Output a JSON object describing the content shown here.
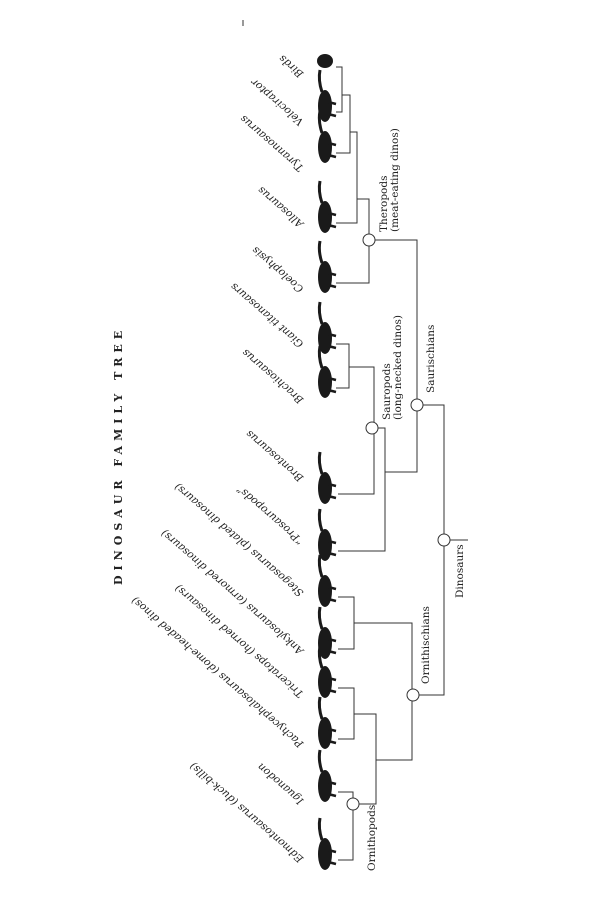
{
  "title": "DINOSAUR FAMILY TREE",
  "leaves": [
    {
      "name": "Birds"
    },
    {
      "name": "Velociraptor"
    },
    {
      "name": "Tyrannosaurus"
    },
    {
      "name": "Allosaurus"
    },
    {
      "name": "Coelophysis"
    },
    {
      "name": "Giant titanosaurs"
    },
    {
      "name": "Brachiosaurus"
    },
    {
      "name": "Brontosaurus"
    },
    {
      "name": "“Prosauropods”"
    },
    {
      "name": "Stegosaurus (plated dinosaurs)"
    },
    {
      "name": "Ankylosaurus (armored dinosaurs)"
    },
    {
      "name": "Triceratops (horned dinosaurs)"
    },
    {
      "name": "Pachycephalosaurus (dome-headed dinos)"
    },
    {
      "name": "Iguanodon"
    },
    {
      "name": "Edmontosaurus (duck-bills)"
    }
  ],
  "groups": {
    "theropods": {
      "name": "Theropods",
      "sub": "(meat-eating dinos)"
    },
    "sauropods": {
      "name": "Sauropods",
      "sub": "(long-necked dinos)"
    },
    "saurischians": {
      "name": "Saurischians"
    },
    "dinosaurs": {
      "name": "Dinosaurs"
    },
    "ornithischians": {
      "name": "Ornithischians"
    },
    "ornithopods": {
      "name": "Ornithopods"
    }
  }
}
